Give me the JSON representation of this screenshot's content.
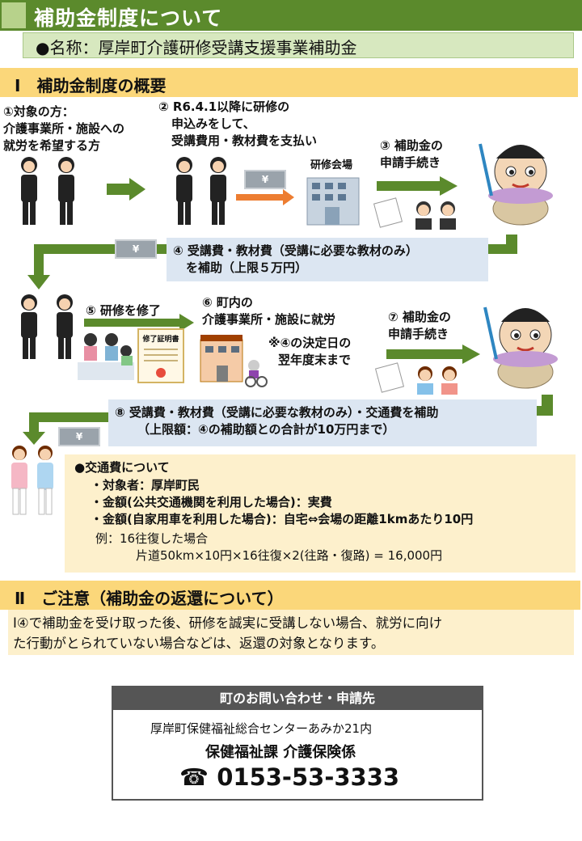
{
  "header": {
    "title": "補助金制度について",
    "name_line": "●名称：厚岸町介護研修受講支援事業補助金"
  },
  "section1": {
    "title": "Ⅰ　補助金制度の概要",
    "step1": [
      "①対象の方：",
      "介護事業所・施設への",
      "就労を希望する方"
    ],
    "step2": [
      "② R6.4.1以降に研修の",
      "申込みをして、",
      "受講費用・教材費を支払い"
    ],
    "venue_label": "研修会場",
    "step3": [
      "③ 補助金の",
      "申請手続き"
    ],
    "step4": [
      "④ 受講費・教材費（受講に必要な教材のみ）",
      "を補助（上限５万円）"
    ],
    "step5": "⑤ 研修を修了",
    "certificate_label": "修了証明書",
    "step6": [
      "⑥ 町内の",
      "介護事業所・施設に就労"
    ],
    "step6_note": [
      "※④の決定日の",
      "翌年度末まで"
    ],
    "step7": [
      "⑦ 補助金の",
      "申請手続き"
    ],
    "step8": [
      "⑧ 受講費・教材費（受講に必要な教材のみ）・交通費を補助",
      "（上限額：④の補助額との合計が10万円まで）"
    ],
    "yen_mark": "¥"
  },
  "transport": {
    "title": "●交通費について",
    "lines": [
      "・対象者：厚岸町民",
      "・金額(公共交通機関を利用した場合)：実費",
      "・金額(自家用車を利用した場合)：自宅⇔会場の距離1kmあたり10円"
    ],
    "example_title": "例：16往復した場合",
    "example_calc": "片道50km×10円×16往復×2(往路・復路) = 16,000円"
  },
  "section2": {
    "title": "Ⅱ　ご注意（補助金の返還について）",
    "body": [
      "Ⅰ④で補助金を受け取った後、研修を誠実に受講しない場合、就労に向け",
      "た行動がとられていない場合などは、返還の対象となります。"
    ]
  },
  "contact": {
    "heading": "町のお問い合わせ・申請先",
    "center": "厚岸町保健福祉総合センターあみか21内",
    "division": "保健福祉課 介護保険係",
    "phone": "☎ 0153-53-3333"
  },
  "colors": {
    "green": "#5b8a2c",
    "light_green": "#d7e8bf",
    "yellow_band": "#fbd77a",
    "note_bg": "#fdf0cc",
    "blue_box": "#dce6f2",
    "orange_arrow": "#ed7d31"
  }
}
